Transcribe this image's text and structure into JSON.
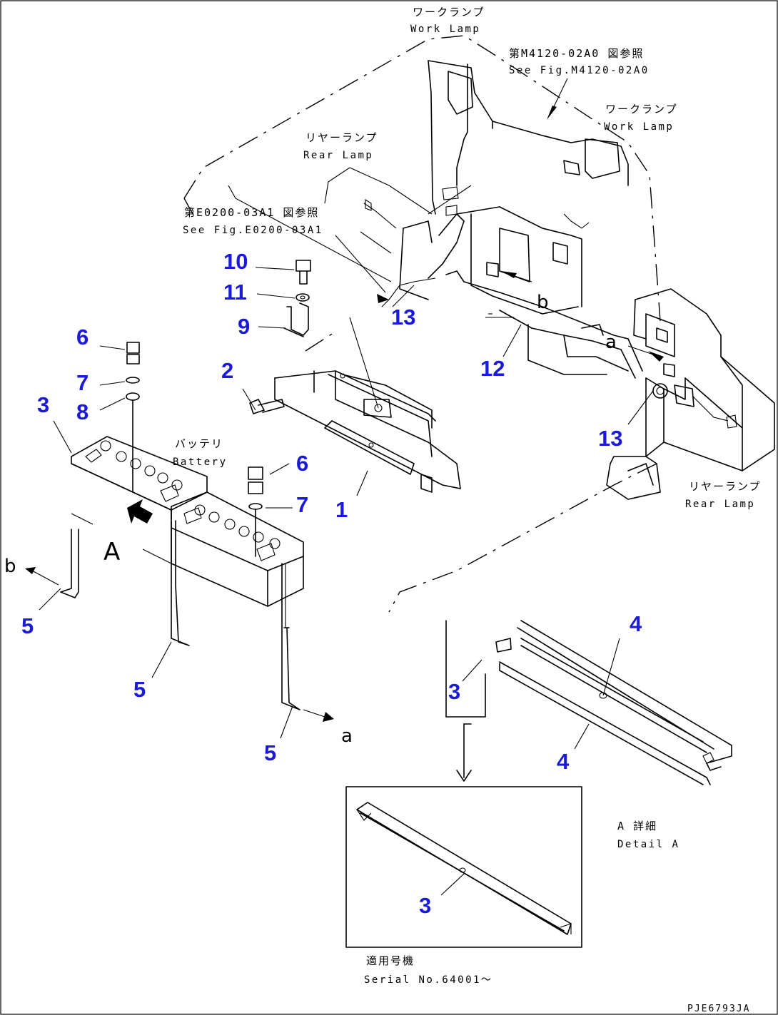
{
  "labels": {
    "work_lamp_top_jp": "ワークランプ",
    "work_lamp_top_en": "Work Lamp",
    "see_m4120_jp": "第M4120-02A0 図参照",
    "see_m4120_en": "See Fig.M4120-02A0",
    "work_lamp_right_jp": "ワークランプ",
    "work_lamp_right_en": "Work Lamp",
    "rear_lamp_left_jp": "リヤーランプ",
    "rear_lamp_left_en": "Rear Lamp",
    "see_e0200_jp": "第E0200-03A1 図参照",
    "see_e0200_en": "See Fig.E0200-03A1",
    "battery_jp": "バッテリ",
    "battery_en": "Battery",
    "rear_lamp_right_jp": "リヤーランプ",
    "rear_lamp_right_en": "Rear Lamp",
    "detail_a_jp": "A 詳細",
    "detail_a_en": "Detail A",
    "serial_jp": "適用号機",
    "serial_en": "Serial No.64001〜",
    "drawing_code": "PJE6793JA"
  },
  "view_letters": {
    "view_a": "A",
    "arrow_a_left": "a",
    "arrow_b_left": "b",
    "arrow_a_right": "a",
    "arrow_b_right": "b"
  },
  "callouts": {
    "c1": "1",
    "c2": "2",
    "c3_battery": "3",
    "c3_detail_upper": "3",
    "c3_detail_lower": "3",
    "c4_upper": "4",
    "c4_lower": "4",
    "c5_left": "5",
    "c5_mid": "5",
    "c5_right": "5",
    "c6_left": "6",
    "c6_right": "6",
    "c7_left": "7",
    "c7_right": "7",
    "c8": "8",
    "c9": "9",
    "c10": "10",
    "c11": "11",
    "c12": "12",
    "c13_left": "13",
    "c13_right": "13"
  }
}
